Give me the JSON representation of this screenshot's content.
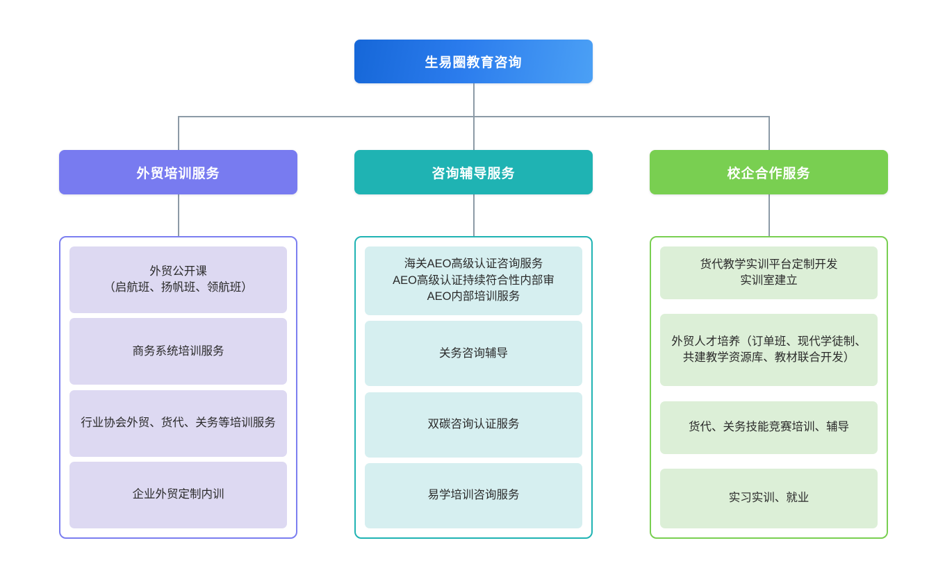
{
  "chart_data": {
    "type": "diagram",
    "diagram_type": "organizational-tree",
    "title": "生易圈教育咨询",
    "orientation": "top-down",
    "levels": 3,
    "connector_color": "#8c9aa6",
    "background": "#ffffff"
  },
  "root": {
    "label": "生易圈教育咨询",
    "color_start": "#1667d8",
    "color_end": "#4ba0f5",
    "text_color": "#ffffff"
  },
  "columns": [
    {
      "header": "外贸培训服务",
      "header_color": "#787bf0",
      "border_color": "#7b7ef0",
      "card_color": "#ddd9f2",
      "items": [
        "外贸公开课\n（启航班、扬帆班、领航班）",
        "商务系统培训服务",
        "行业协会外贸、货代、关务等培训服务",
        "企业外贸定制内训"
      ]
    },
    {
      "header": "咨询辅导服务",
      "header_color": "#1fb3b3",
      "border_color": "#1fb3b3",
      "card_color": "#d6eff0",
      "items": [
        "海关AEO高级认证咨询服务\nAEO高级认证持续符合性内部审\nAEO内部培训服务",
        "关务咨询辅导",
        "双碳咨询认证服务",
        "易学培训咨询服务"
      ]
    },
    {
      "header": "校企合作服务",
      "header_color": "#79cf51",
      "border_color": "#79cf51",
      "card_color": "#dcefd7",
      "items": [
        "货代教学实训平台定制开发\n实训室建立",
        "外贸人才培养（订单班、现代学徒制、共建教学资源库、教材联合开发）",
        "货代、关务技能竞赛培训、辅导",
        "实习实训、就业"
      ]
    }
  ]
}
